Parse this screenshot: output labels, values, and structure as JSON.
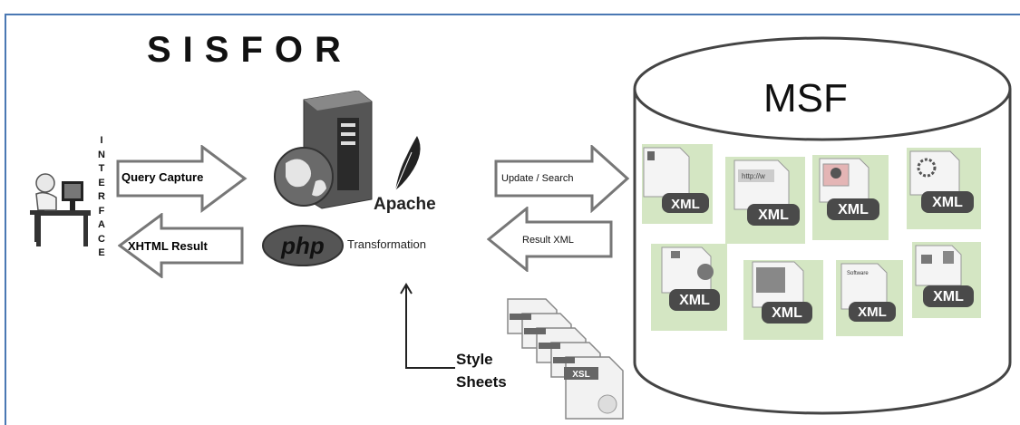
{
  "diagram": {
    "title": "SISFOR",
    "interface_letters": [
      "I",
      "N",
      "T",
      "E",
      "R",
      "F",
      "A",
      "C",
      "E"
    ],
    "arrows": {
      "query_capture": "Query Capture",
      "xhtml_result": "XHTML Result",
      "update_search": "Update / Search",
      "result_xml": "Result XML"
    },
    "server": {
      "apache_label": "Apache",
      "php_label": "php",
      "transformation_label": "Transformation"
    },
    "database": {
      "label": "MSF",
      "item_tag": "XML",
      "items": [
        "XML",
        "XML",
        "XML",
        "XML",
        "XML",
        "XML",
        "XML",
        "XML"
      ]
    },
    "stylesheets": {
      "label_line1": "Style",
      "label_line2": "Sheets",
      "xsl_tag": "XSL"
    },
    "colors": {
      "frame": "#4a78b3",
      "xml_tile_bg": "#d4e6c3",
      "xml_badge": "#4a4a4a"
    }
  }
}
